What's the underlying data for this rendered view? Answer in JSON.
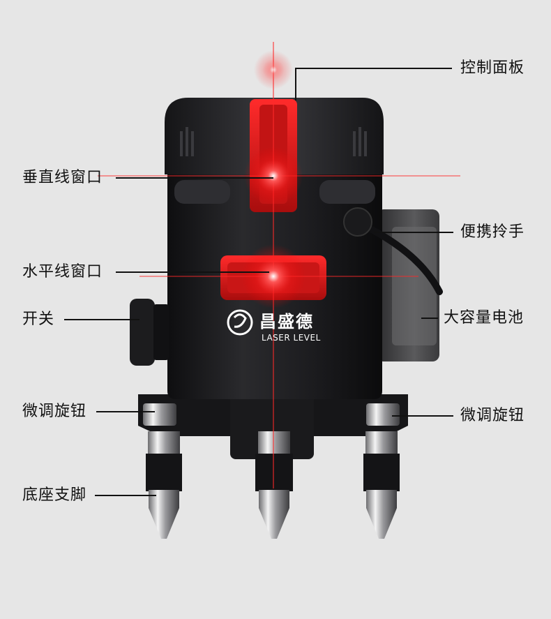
{
  "labels": {
    "control_panel": "控制面板",
    "vertical_window": "垂直线窗口",
    "handle": "便携拎手",
    "horizontal_window": "水平线窗口",
    "switch": "开关",
    "battery": "大容量电池",
    "knob_left": "微调旋钮",
    "knob_right": "微调旋钮",
    "legs": "底座支脚"
  },
  "brand": {
    "name": "昌盛德",
    "tagline": "LASER LEVEL"
  },
  "colors": {
    "background": "#e6e6e6",
    "body": "#1b1b1d",
    "laser": "#ff2a2a",
    "laser_window": "#e01818",
    "text": "#111111"
  },
  "icons": {
    "brand_logo": "swirl-logo-icon"
  }
}
